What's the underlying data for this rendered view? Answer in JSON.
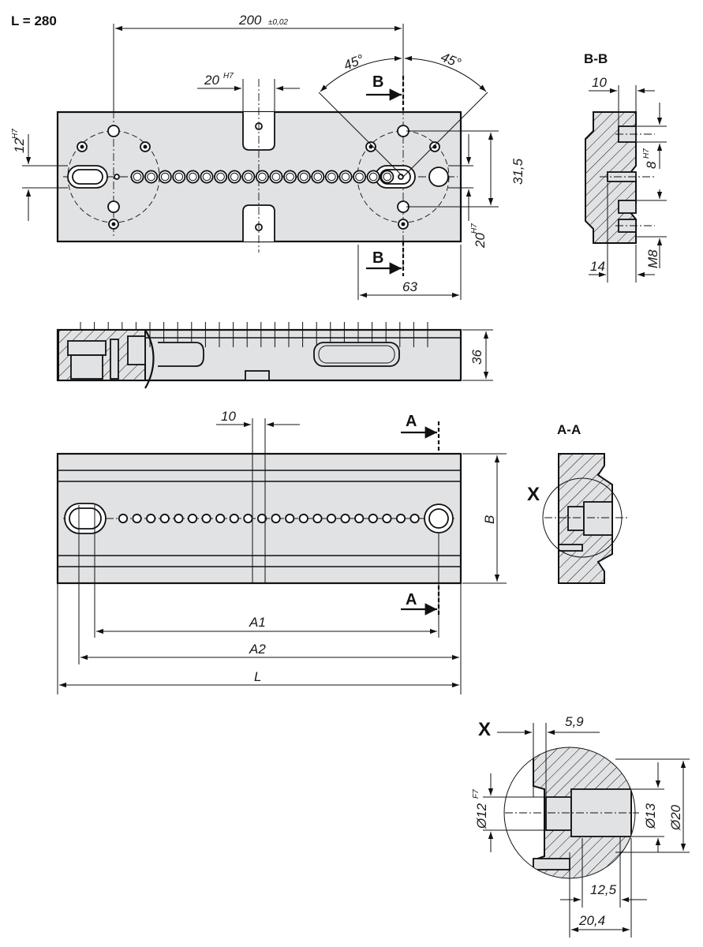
{
  "header": {
    "length_spec": "L = 280"
  },
  "colors": {
    "body": "#e1e2e4",
    "line": "#111111",
    "background": "#ffffff"
  },
  "top_view": {
    "dim_200": "200",
    "tol_200": "±0,02",
    "angle_left": "45°",
    "angle_right": "45°",
    "dim_20": "20",
    "fit_20": "H7",
    "dim_12": "12",
    "fit_12": "H7",
    "dim_31_5": "31,5",
    "dim_20_right": "20",
    "fit_20_right": "H7",
    "dim_63": "63",
    "section_b_top": "B",
    "section_b_bottom": "B"
  },
  "side_view": {
    "dim_36": "36"
  },
  "bottom_view": {
    "dim_10": "10",
    "dim_b": "B",
    "dim_a1": "A1",
    "dim_a2": "A2",
    "dim_l": "L",
    "section_a_top": "A",
    "section_a_bottom": "A"
  },
  "section_bb": {
    "title": "B-B",
    "dim_10": "10",
    "dim_8": "8",
    "fit_8": "H7",
    "dim_14": "14",
    "dim_m8": "M8"
  },
  "section_aa": {
    "title": "A-A",
    "detail_ref": "X"
  },
  "detail_x": {
    "title": "X",
    "dim_5_9": "5,9",
    "dim_d12": "Ø12",
    "fit_d12": "F7",
    "dim_d13": "Ø13",
    "dim_d20": "Ø20",
    "dim_12_5": "12,5",
    "dim_20_4": "20,4"
  }
}
